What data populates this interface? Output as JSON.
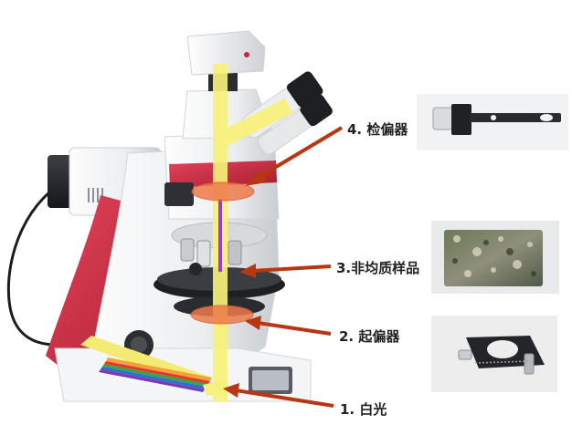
{
  "labels": {
    "analyzer": "4. 检偏器",
    "sample": "3.非均质样品",
    "polarizer": "2. 起偏器",
    "white_light": "1. 白光"
  },
  "colors": {
    "body_white": "#eef0f2",
    "accent_red": "#c8283a",
    "light_beam": "#f7f07a",
    "polarized_beam": "#9b3fd1",
    "arrow": "#b73712",
    "filter_ellipse": "#ee7a4a"
  },
  "icons": {
    "microscope": "polarizing-microscope",
    "analyzer_slider": "analyzer-slider-photo",
    "sample": "rock-thin-section-photo",
    "polarizer": "rotating-polarizer-photo"
  }
}
